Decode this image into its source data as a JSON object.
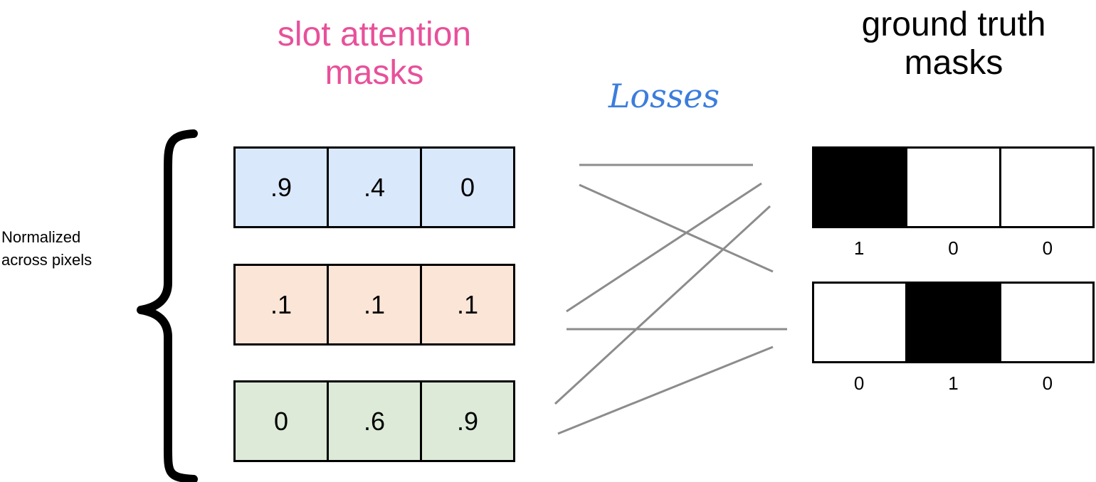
{
  "title_left": {
    "line1": "slot attention",
    "line2": "masks",
    "color": "#e8509a"
  },
  "title_right": {
    "line1": "ground truth",
    "line2": "masks"
  },
  "losses": {
    "label": "Losses",
    "color": "#3b7ddd"
  },
  "side_label": {
    "line1": "Normalized",
    "line2": "across pixels"
  },
  "slot_rows": [
    {
      "color": "#dae8fc",
      "values": [
        ".9",
        ".4",
        "0"
      ]
    },
    {
      "color": "#fbe5d6",
      "values": [
        ".1",
        ".1",
        ".1"
      ]
    },
    {
      "color": "#dcead7",
      "values": [
        "0",
        ".6",
        ".9"
      ]
    }
  ],
  "gt_rows": [
    {
      "filled": [
        true,
        false,
        false
      ],
      "values": [
        "1",
        "0",
        "0"
      ]
    },
    {
      "filled": [
        false,
        true,
        false
      ],
      "values": [
        "0",
        "1",
        "0"
      ]
    }
  ],
  "colors": {
    "line": "#8c8c8c",
    "border": "#000000",
    "filled": "#000000"
  }
}
